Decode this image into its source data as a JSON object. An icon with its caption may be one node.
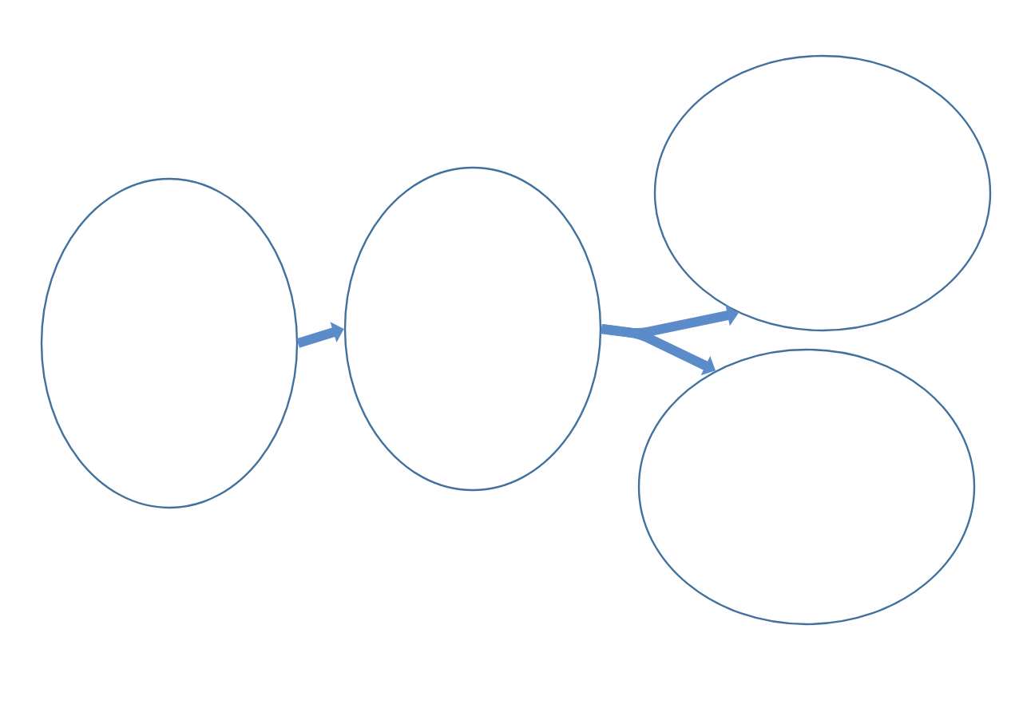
{
  "diagram": {
    "nodes": [
      {
        "text": [],
        "shape": "ellipse"
      },
      {
        "text": [],
        "shape": "ellipse"
      },
      {
        "text": [],
        "shape": "ellipse"
      },
      {
        "text": [],
        "shape": "ellipse"
      }
    ],
    "edges": [
      {
        "from": 0,
        "to": 1,
        "arrow": "to"
      },
      {
        "from": 1,
        "to": 2,
        "arrow": "to"
      },
      {
        "from": 1,
        "to": 3,
        "arrow": "to"
      }
    ]
  }
}
